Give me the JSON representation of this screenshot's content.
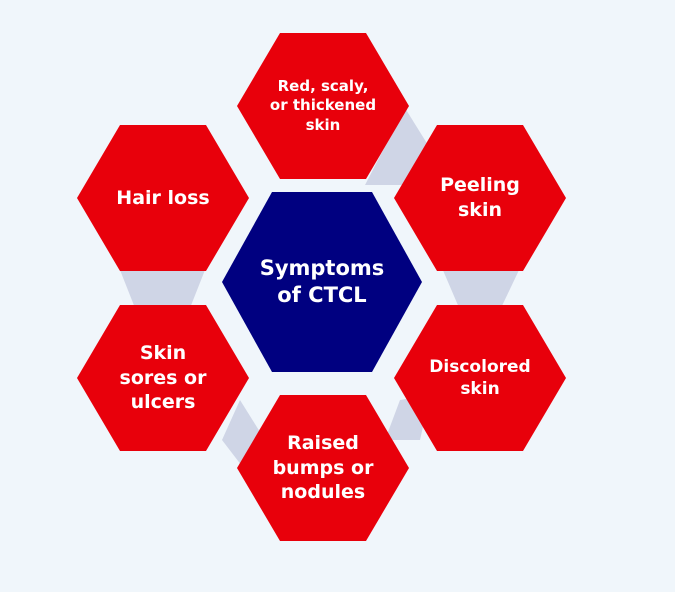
{
  "center": {
    "label": "Symptoms\nof CTCL"
  },
  "symptoms": [
    {
      "label": "Red, scaly,\nor thickened\nskin"
    },
    {
      "label": "Peeling\nskin"
    },
    {
      "label": "Discolored\nskin"
    },
    {
      "label": "Raised\nbumps or\nnodules"
    },
    {
      "label": "Skin\nsores or\nulcers"
    },
    {
      "label": "Hair loss"
    }
  ],
  "colors": {
    "symptom": "#e8000b",
    "center": "#000080",
    "connector": "#cfd5e6",
    "background": "#f0f6fb"
  }
}
